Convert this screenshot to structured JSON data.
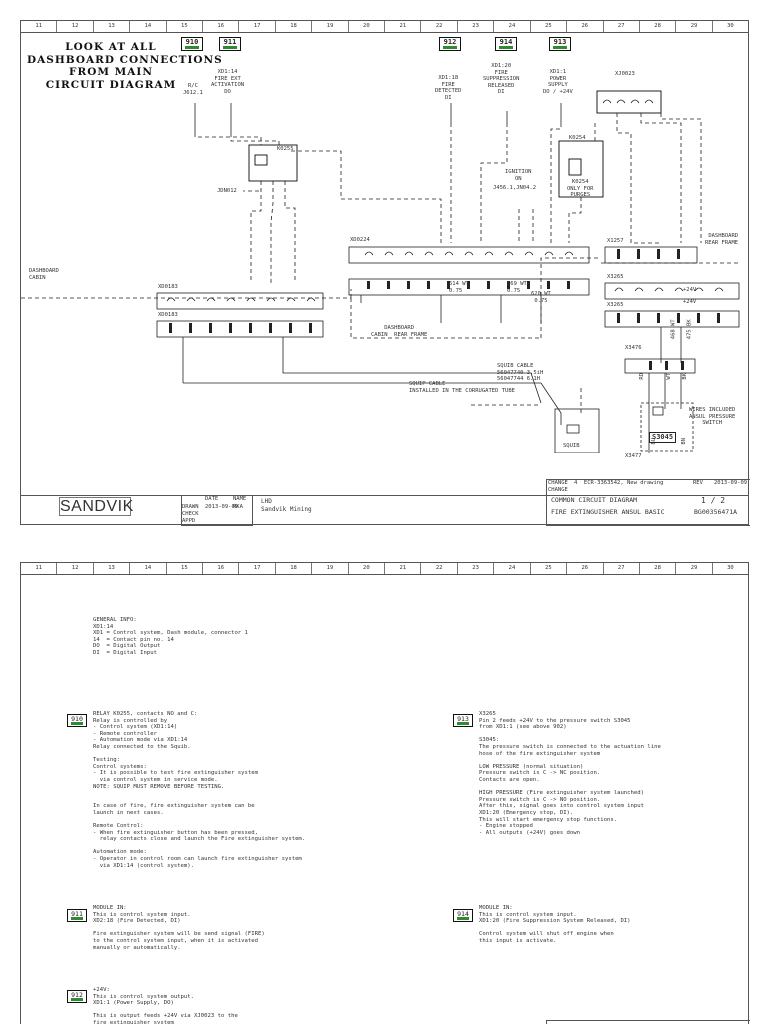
{
  "ruler": [
    "11",
    "12",
    "13",
    "14",
    "15",
    "16",
    "17",
    "18",
    "19",
    "20",
    "21",
    "22",
    "23",
    "24",
    "25",
    "26",
    "27",
    "28",
    "29",
    "30"
  ],
  "sheet1": {
    "heading": "LOOK AT ALL\nDASHBOARD CONNECTIONS\nFROM MAIN\nCIRCUIT DIAGRAM",
    "refs": [
      "910",
      "911",
      "912",
      "914",
      "913"
    ],
    "signals": {
      "s910": "R/C\nJ612.1",
      "s911": "XD1:14\nFIRE EXT\nACTIVATION\nDO",
      "s912": "XD1:18\nFIRE\nDETECTED\nDI",
      "s914": "XD1:20\nFIRE\nSUPPRESSION\nRELEASED\nDI",
      "s913": "XD1:1\nPOWER\nSUPPLY\nDO / +24V"
    },
    "connectors": {
      "xj0023": "XJ0023",
      "k0255": "K0255",
      "k0254": "K0254",
      "xd0224": "XD0224",
      "xd0183a": "XD0183",
      "xd0183b": "XD0183",
      "x1257": "X1257",
      "x3265a": "X3265",
      "x3265b": "X3265",
      "x3476": "X3476",
      "x3477": "X3477",
      "s3045": "S3045",
      "squib": "SQUIB"
    },
    "labels": {
      "jdn": "JDN012",
      "ignition": "IGNITION\nON",
      "ign_ref": "J456.1,JN04.2",
      "k0254_note": "K0254\nONLY FOR\nPURGES",
      "dash_cabin": "DASHBOARD\nCABIN",
      "dash_rear": "DASHBOARD\nREAR FRAME",
      "dash_cabin_rear": "DASHBOARD\nCABIN  REAR FRAME",
      "squib_cable": "SQUIB CABLE\n56047740 3.5iH\n56047744 6.1H",
      "squip_cable": "SQUIP CABLE\nINSTALLED IN THE CORRUGATED TUBE",
      "wires_note": "WIRES INCLUDED\nANSUL PRESSURE\nSWITCH",
      "wire_620": "620 WT\n0.75",
      "wire_614": "614 WT\n0.75",
      "wire_569": "569 WT\n0.75",
      "v24": "+24V",
      "w_wt": "468 WT",
      "w_bk": "475 BK",
      "k_rd": "RD",
      "k_wt": "WT",
      "k_bk": "BK",
      "m_bu": "BU",
      "m_bn": "BN"
    },
    "titleblock": {
      "logo": "SANDVIK",
      "date_label": "DATE",
      "name_label": "NAME",
      "drawn_label": "DRAWN",
      "checked_label": "CHECK",
      "appd_label": "APPD",
      "drawn_date": "2013-09-09",
      "drawn_name": "RKA",
      "product": "LHD\nSandvik Mining",
      "change_label": "CHANGE",
      "change_text": "4  ECR-3363542, New drawing",
      "change_label2": "CHANGE",
      "doc_title": "COMMON CIRCUIT DIAGRAM",
      "doc_subtitle": "FIRE EXTINGUISHER ANSUL BASIC",
      "sheet": "1 / 2",
      "doc_no": "BG00356471A",
      "rev_label": "REV",
      "rev_date": "2013-09-09"
    }
  },
  "sheet2": {
    "general": "GENERAL INFO:\nXD1:14\nXD1 = Control system, Dash module, connector 1\n14  = Contact pin no. 14\nDO  = Digital Output\nDI  = Digital Input",
    "notes": [
      {
        "ref": "910",
        "text": "RELAY K0255, contacts NO and C:\nRelay is controlled by\n- Control system (XD1:14)\n- Remote controller\n- Automation mode via XD1:14\nRelay connected to the Squib.\n\nTesting:\nControl systems:\n- It is possible to test fire extinguisher system\n  via control system in service mode.\nNOTE: SQUIP MUST REMOVE BEFORE TESTING.\n\n\nIn case of fire, fire extinguisher system can be\nlaunch in next cases.\n\nRemote Control:\n- When fire extinguisher button has been pressed,\n  relay contacts close and launch the Fire extinguisher system.\n\nAutomation mode:\n- Operator in control room can launch fire extinguisher system\n  via XD1:14 (control system)."
      },
      {
        "ref": "913",
        "text": "X3265\nPin 2 feeds +24V to the pressure switch S3045\nfrom XD1:1 (see above 902)\n\nS3045:\nThe pressure switch is connected to the actuation line\nhose of the fire extinguisher system\n\nLOW PRESSURE (normal situation)\nPressure switch is C -> NC position.\nContacts are open.\n\nHIGH PRESSURE (Fire extinguisher system launched)\nPressure switch is C -> NO position.\nAfter this, signal goes into control system input\nXD1:20 (Emergency stop, DI).\nThis will start emergency stop functions.\n- Engine stopped\n- All outputs (+24V) goes down"
      },
      {
        "ref": "911",
        "text": "MODULE IN:\nThis is control system input.\nXD2:18 (Fire Detected, DI)\n\nFire extinguisher system will be send signal (FIRE)\nto the control system input, when it is activated\nmanually or automatically."
      },
      {
        "ref": "914",
        "text": "MODULE IN:\nThis is control system input.\nXD1:20 (Fire Suppression System Released, DI)\n\nControl system will shut off engine when\nthis input is activate."
      },
      {
        "ref": "912",
        "text": "+24V:\nThis is control system output.\nXD1:1 (Power Supply, DO)\n\nThis is output feeds +24V via XJ0023 to the\nfire extinguisher system"
      }
    ]
  },
  "colors": {
    "line": "#222222",
    "accent_green": "#2e8b2e",
    "border": "#555555"
  }
}
